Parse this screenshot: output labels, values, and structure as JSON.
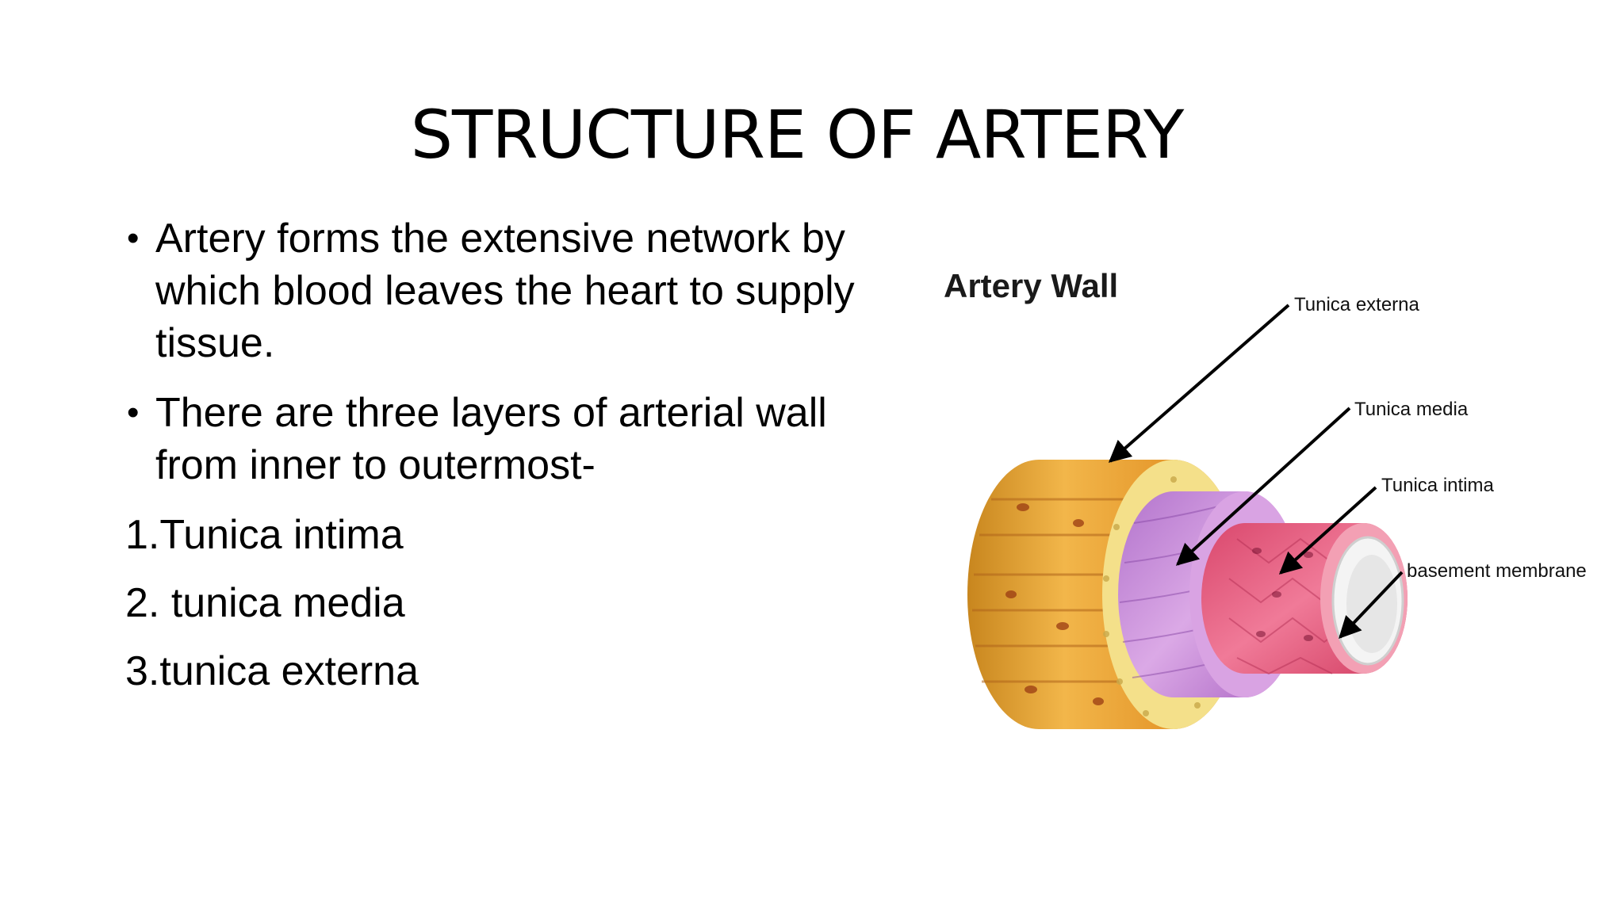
{
  "slide": {
    "title": "STRUCTURE OF ARTERY",
    "bullets": [
      "Artery forms the extensive network by which blood leaves the heart to supply tissue.",
      "There are three layers of arterial wall from inner to outermost-"
    ],
    "numbered_items": [
      "1.Tunica intima",
      "2. tunica media",
      "3.tunica externa"
    ]
  },
  "diagram": {
    "title": "Artery Wall",
    "labels": {
      "tunica_externa": "Tunica externa",
      "tunica_media": "Tunica media",
      "tunica_intima": "Tunica intima",
      "basement_membrane": "basement membrane"
    },
    "colors": {
      "externa": "#e8a63a",
      "media": "#c98ad8",
      "intima": "#e35a7e",
      "lumen": "#eeeeee"
    }
  }
}
